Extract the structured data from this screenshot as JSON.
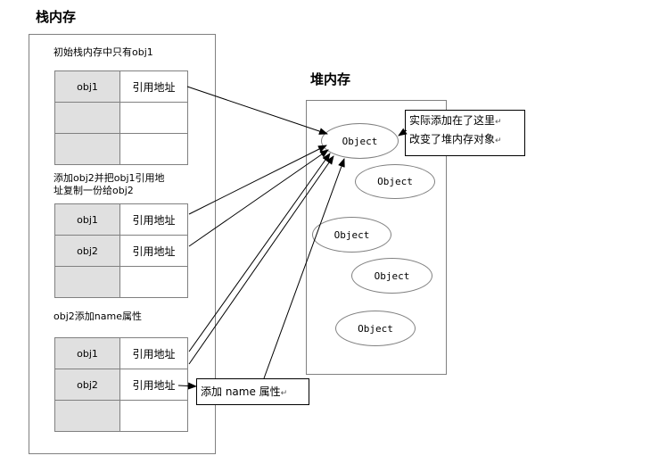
{
  "stack": {
    "title": "栈内存",
    "step1": {
      "caption": "初始栈内存中只有obj1",
      "rows": [
        {
          "key": "obj1",
          "value": "引用地址"
        },
        {
          "key": "",
          "value": ""
        },
        {
          "key": "",
          "value": ""
        }
      ]
    },
    "step2": {
      "caption_line1": "添加obj2并把obj1引用地",
      "caption_line2": "址复制一份给obj2",
      "rows": [
        {
          "key": "obj1",
          "value": "引用地址"
        },
        {
          "key": "obj2",
          "value": "引用地址"
        },
        {
          "key": "",
          "value": ""
        }
      ]
    },
    "step3": {
      "caption": "obj2添加name属性",
      "rows": [
        {
          "key": "obj1",
          "value": "引用地址"
        },
        {
          "key": "obj2",
          "value": "引用地址"
        },
        {
          "key": "",
          "value": ""
        }
      ]
    }
  },
  "heap": {
    "title": "堆内存",
    "objects": [
      "Object",
      "Object",
      "Object",
      "Object",
      "Object"
    ]
  },
  "notes": {
    "heap_note_line1": "实际添加在了这里",
    "heap_note_line2": "改变了堆内存对象",
    "add_name_note": "添加 name 属性",
    "return_mark": "↵"
  }
}
